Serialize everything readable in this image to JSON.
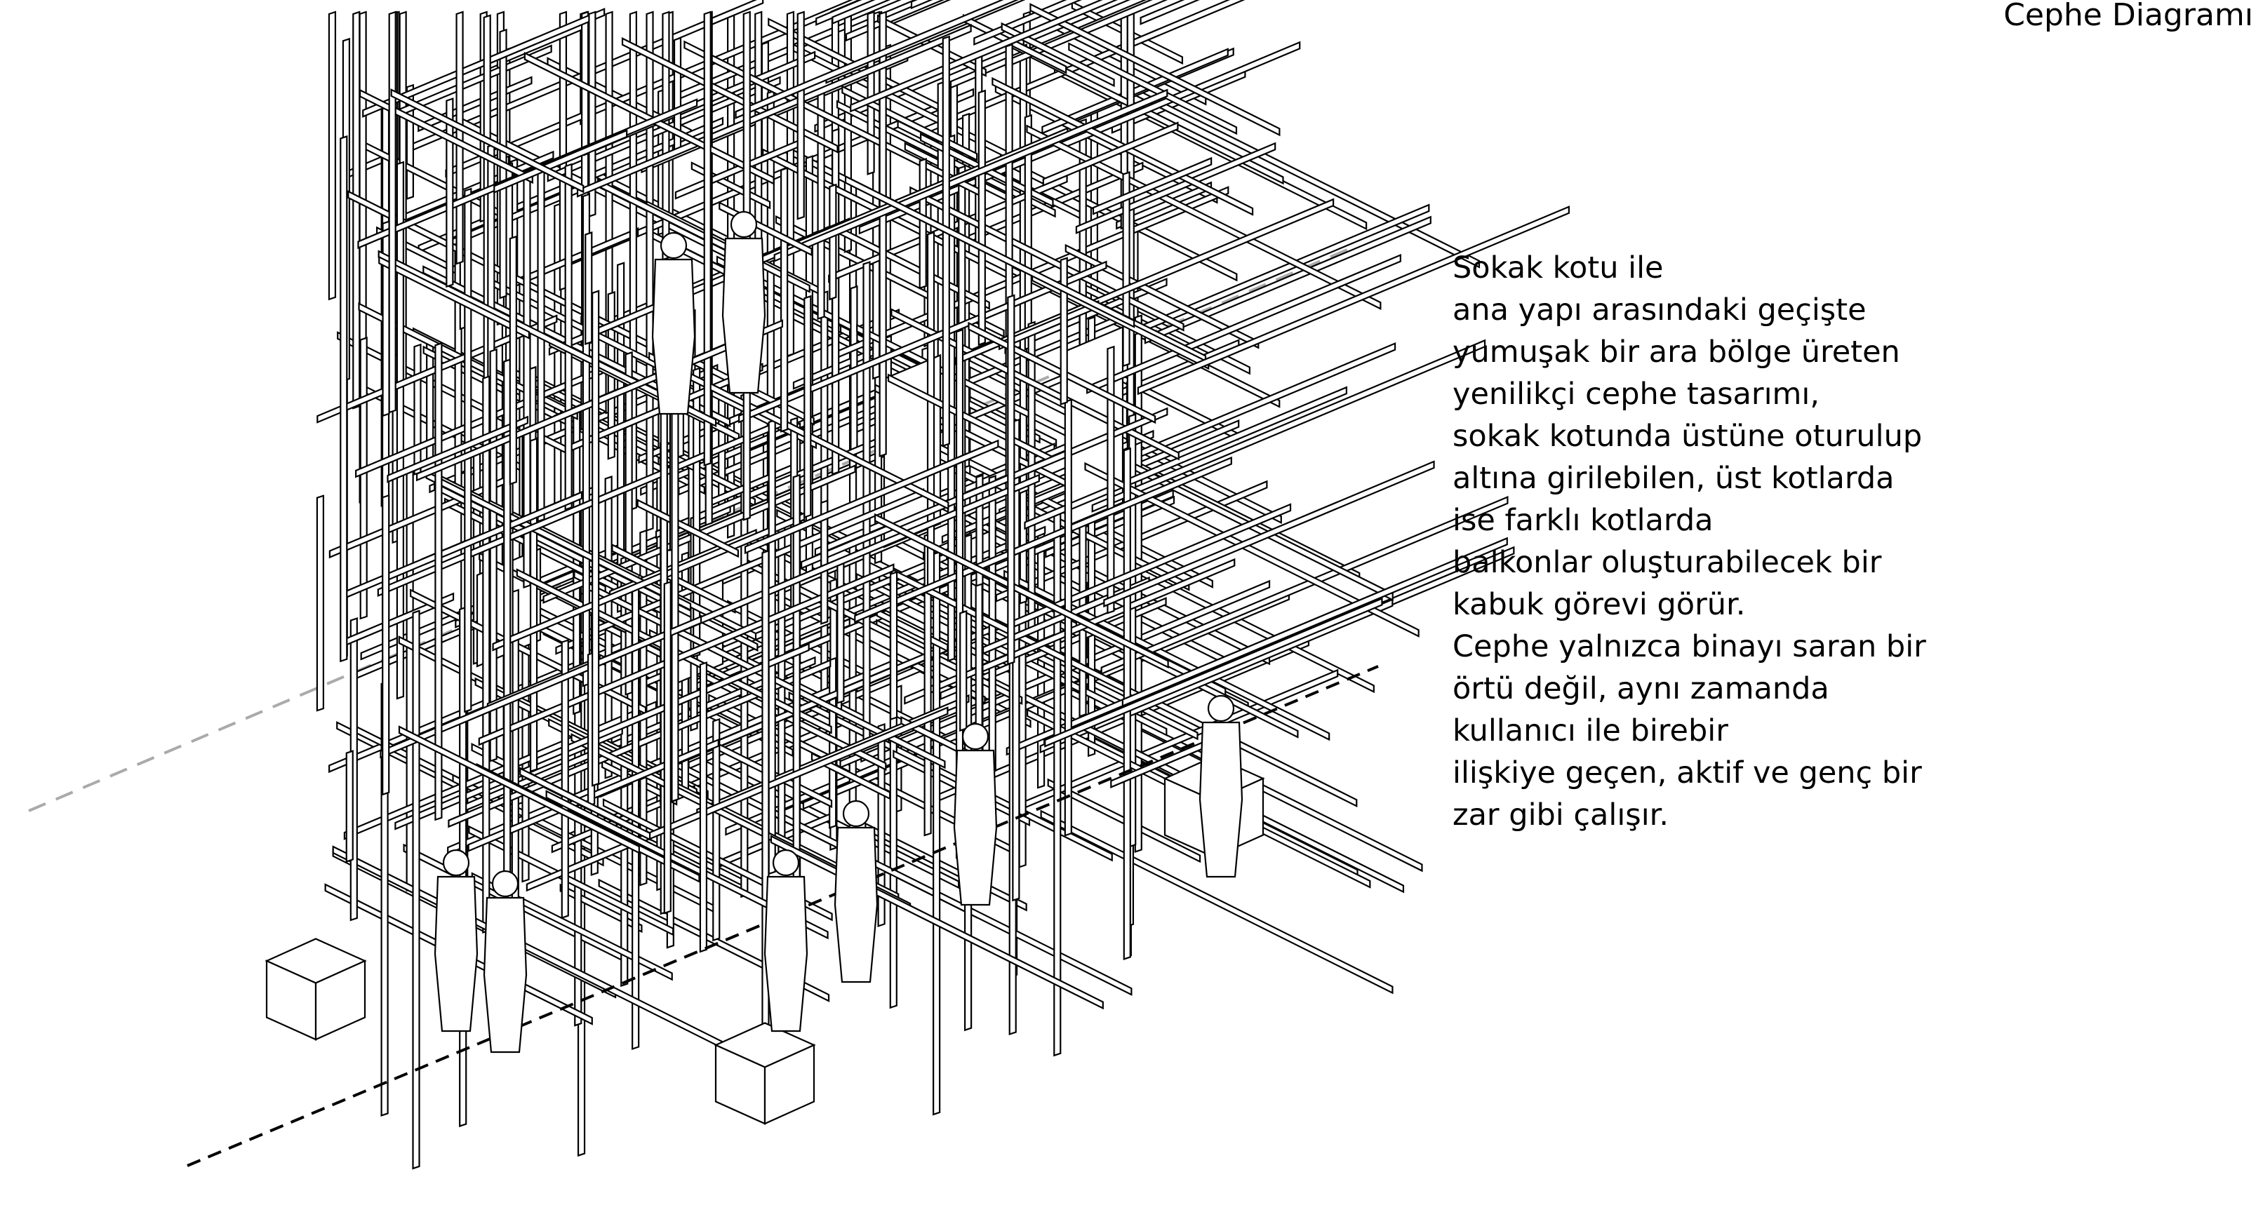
{
  "title": "Cephe Diagramı",
  "description": [
    "Sokak kotu ile",
    "ana yapı arasındaki geçişte",
    "yumuşak bir ara bölge üreten",
    "yenilikçi cephe tasarımı,",
    "sokak kotunda üstüne oturulup",
    "altına girilebilen, üst kotlarda",
    "ise farklı kotlarda",
    "balkonlar oluşturabilecek bir",
    "kabuk görevi görür.",
    "Cephe yalnızca binayı saran bir",
    "örtü değil, aynı zamanda",
    "kullanıcı ile birebir",
    "ilişkiye geçen, aktif ve genç bir",
    "zar gibi çalışır."
  ],
  "colors": {
    "ink": "#000000",
    "guide": "#aaaaaa",
    "paper": "#ffffff"
  }
}
